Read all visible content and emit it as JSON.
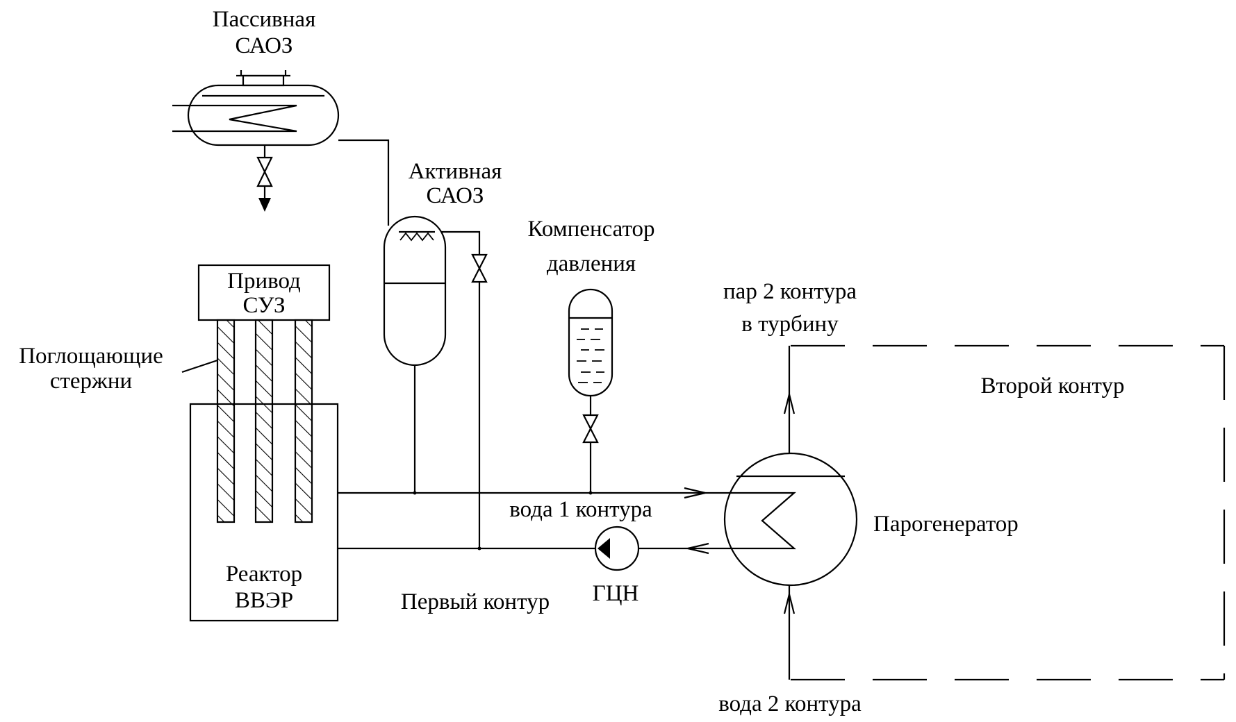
{
  "colors": {
    "line": "#000000",
    "background": "#ffffff"
  },
  "labels": {
    "passive_saoz": [
      "Пассивная",
      "САОЗ"
    ],
    "active_saoz": [
      "Активная",
      "САОЗ"
    ],
    "pressurizer": [
      "Компенсатор",
      "давления"
    ],
    "cps_drive": [
      "Привод",
      "СУЗ"
    ],
    "absorber_rods": [
      "Поглощающие",
      "стержни"
    ],
    "reactor": [
      "Реактор",
      "ВВЭР"
    ],
    "steam_out": [
      "пар 2 контура",
      "в турбину"
    ],
    "second_circuit": "Второй контур",
    "water_1": "вода 1 контура",
    "steam_generator": "Парогенератор",
    "mcp": "ГЦН",
    "first_circuit": "Первый контур",
    "water_2": "вода 2 контура"
  }
}
